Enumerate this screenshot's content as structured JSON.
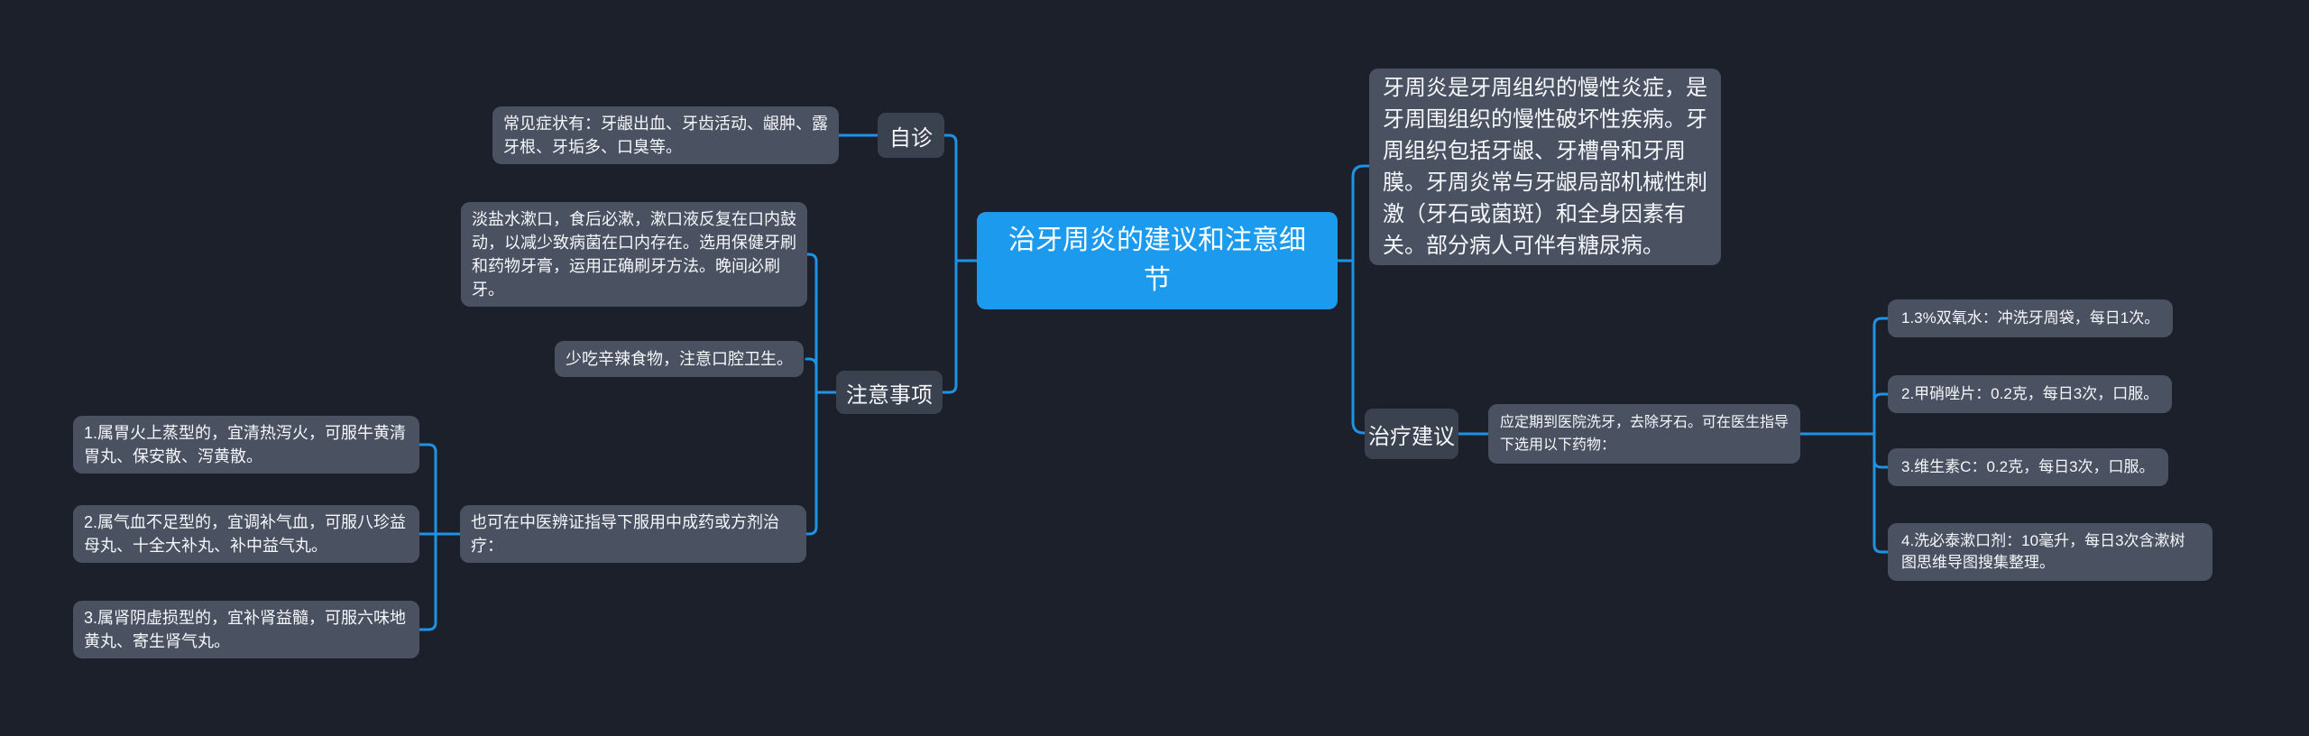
{
  "colors": {
    "background": "#1c202a",
    "root_fill": "#1b9aee",
    "branch_fill": "#3a414f",
    "leaf_fill": "#4a5261",
    "connector": "#1e93e6",
    "text": "#f5f7fa"
  },
  "root": {
    "title": "治牙周炎的建议和注意细节"
  },
  "self_check": {
    "node_label": "自诊",
    "symptoms": "常见症状有：牙龈出血、牙齿活动、龈肿、露牙根、牙垢多、口臭等。"
  },
  "precautions": {
    "node_label": "注意事项",
    "rinse": "淡盐水漱口，食后必漱，漱口液反复在口内鼓动，以减少致病菌在口内存在。选用保健牙刷和药物牙膏，运用正确刷牙方法。晚间必刷牙。",
    "diet": "少吃辛辣食物，注意口腔卫生。",
    "tcm_intro": "也可在中医辨证指导下服用中成药或方剂治疗：",
    "tcm_types": [
      "1.属胃火上蒸型的，宜清热泻火，可服牛黄清胃丸、保安散、泻黄散。",
      "2.属气血不足型的，宜调补气血，可服八珍益母丸、十全大补丸、补中益气丸。",
      "3.属肾阴虚损型的，宜补肾益髓，可服六味地黄丸、寄生肾气丸。"
    ]
  },
  "overview": "牙周炎是牙周组织的慢性炎症，是牙周围组织的慢性破坏性疾病。牙周组织包括牙龈、牙槽骨和牙周膜。牙周炎常与牙龈局部机械性刺激（牙石或菌斑）和全身因素有关。部分病人可伴有糖尿病。",
  "treatment": {
    "node_label": "治疗建议",
    "intro": "应定期到医院洗牙，去除牙石。可在医生指导下选用以下药物：",
    "medications": [
      "1.3%双氧水：冲洗牙周袋，每日1次。",
      "2.甲硝唑片：0.2克，每日3次，口服。",
      "3.维生素C：0.2克，每日3次，口服。",
      "4.洗必泰漱口剂：10毫升，每日3次含漱树图思维导图搜集整理。"
    ]
  }
}
